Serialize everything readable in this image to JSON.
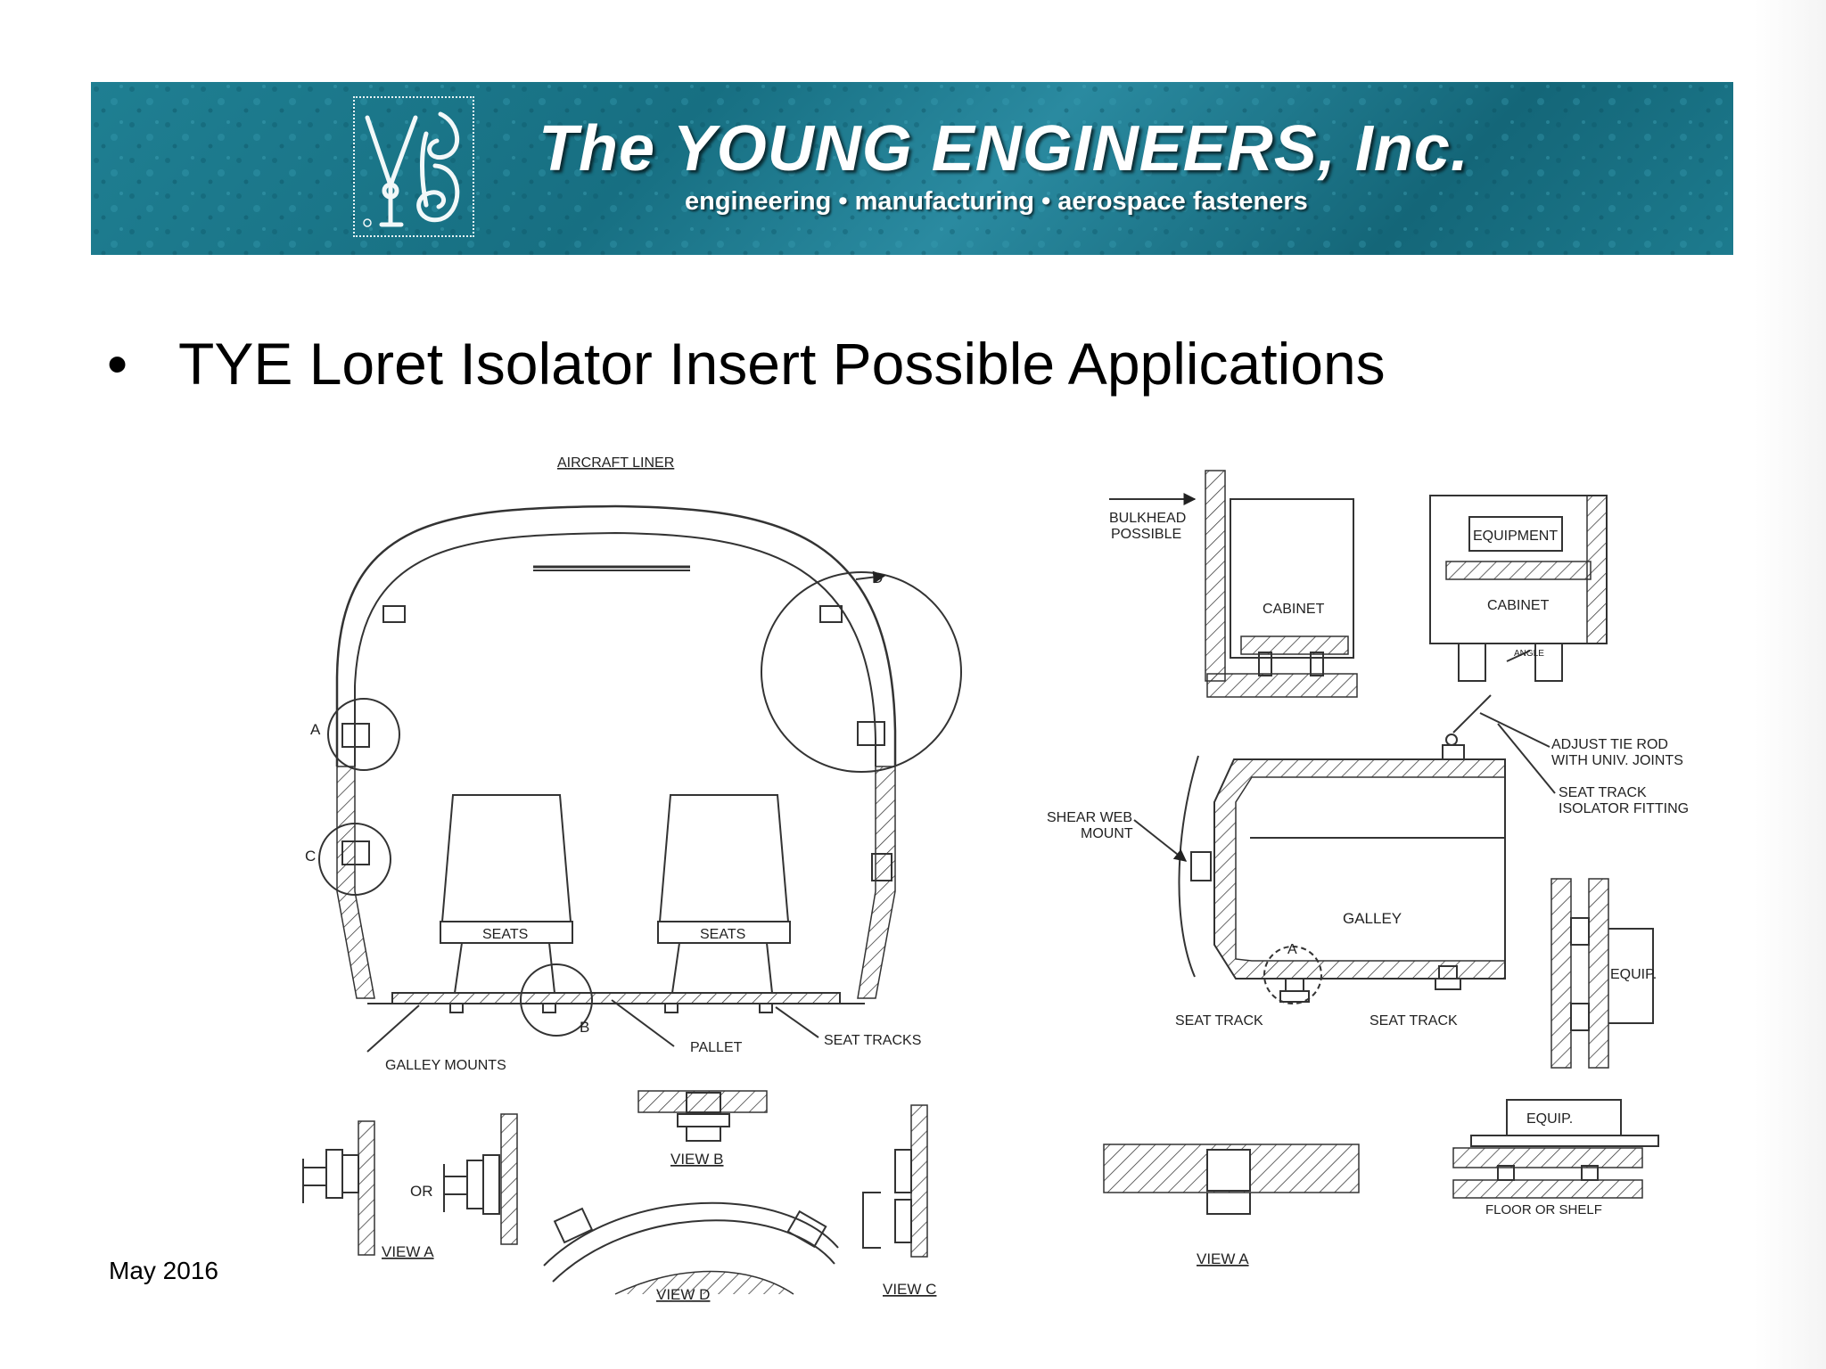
{
  "header": {
    "company": "The YOUNG ENGINEERS, Inc.",
    "tagline": "engineering • manufacturing • aerospace fasteners",
    "background_color": "#1b7a8d",
    "logo_icon": "yeg-monogram-logo"
  },
  "slide": {
    "bullet": "•",
    "title": "TYE Loret Isolator Insert Possible Applications",
    "date": "May 2016"
  },
  "diagram_left": {
    "aircraft_liner": "AIRCRAFT LINER",
    "seats_left": "SEATS",
    "seats_right": "SEATS",
    "galley_mounts": "GALLEY MOUNTS",
    "pallet": "PALLET",
    "seat_tracks": "SEAT TRACKS",
    "marker_a": "A",
    "marker_b": "B",
    "marker_c": "C",
    "marker_d": "D",
    "or": "OR",
    "view_a": "VIEW A",
    "view_b": "VIEW B",
    "view_c": "VIEW C",
    "view_d": "VIEW D"
  },
  "diagram_right": {
    "bulkhead_line1": "BULKHEAD",
    "bulkhead_line2": "POSSIBLE",
    "cabinet_left": "CABINET",
    "equipment": "EQUIPMENT",
    "cabinet_right": "CABINET",
    "angle": "ANGLE",
    "adjust_line1": "ADJUST TIE ROD",
    "adjust_line2": "WITH UNIV. JOINTS",
    "seat_track_fit_line1": "SEAT TRACK",
    "seat_track_fit_line2": "ISOLATOR FITTING",
    "shear_web_line1": "SHEAR WEB",
    "shear_web_line2": "MOUNT",
    "galley": "GALLEY",
    "marker_a": "A",
    "seat_track_left": "SEAT TRACK",
    "seat_track_right": "SEAT TRACK",
    "equip_side": "EQUIP.",
    "equip_floor": "EQUIP.",
    "floor_or_shelf": "FLOOR OR SHELF",
    "view_a": "VIEW A"
  }
}
